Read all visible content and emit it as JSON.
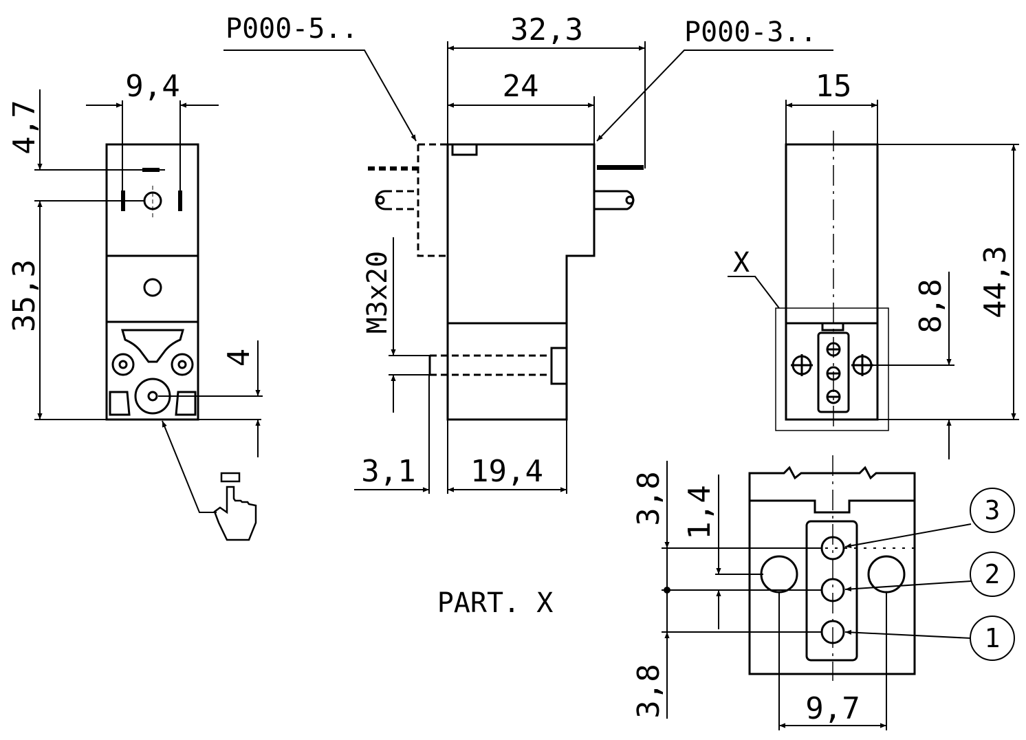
{
  "labels": {
    "part_left": "P000-5..",
    "part_right": "P000-3..",
    "screw": "M3x20",
    "detail_ref": "X",
    "detail_title": "PART. X"
  },
  "dimensions": {
    "front_width": "9,4",
    "front_top": "4,7",
    "front_height": "35,3",
    "front_port": "4",
    "side_total": "32,3",
    "side_body": "24",
    "side_flange": "3,1",
    "side_base": "19,4",
    "end_width": "15",
    "end_height": "44,3",
    "end_port": "8,8",
    "detail_top": "3,8",
    "detail_small": "1,4",
    "detail_bottom": "3,8",
    "detail_width": "9,7"
  },
  "ports": [
    "3",
    "2",
    "1"
  ]
}
